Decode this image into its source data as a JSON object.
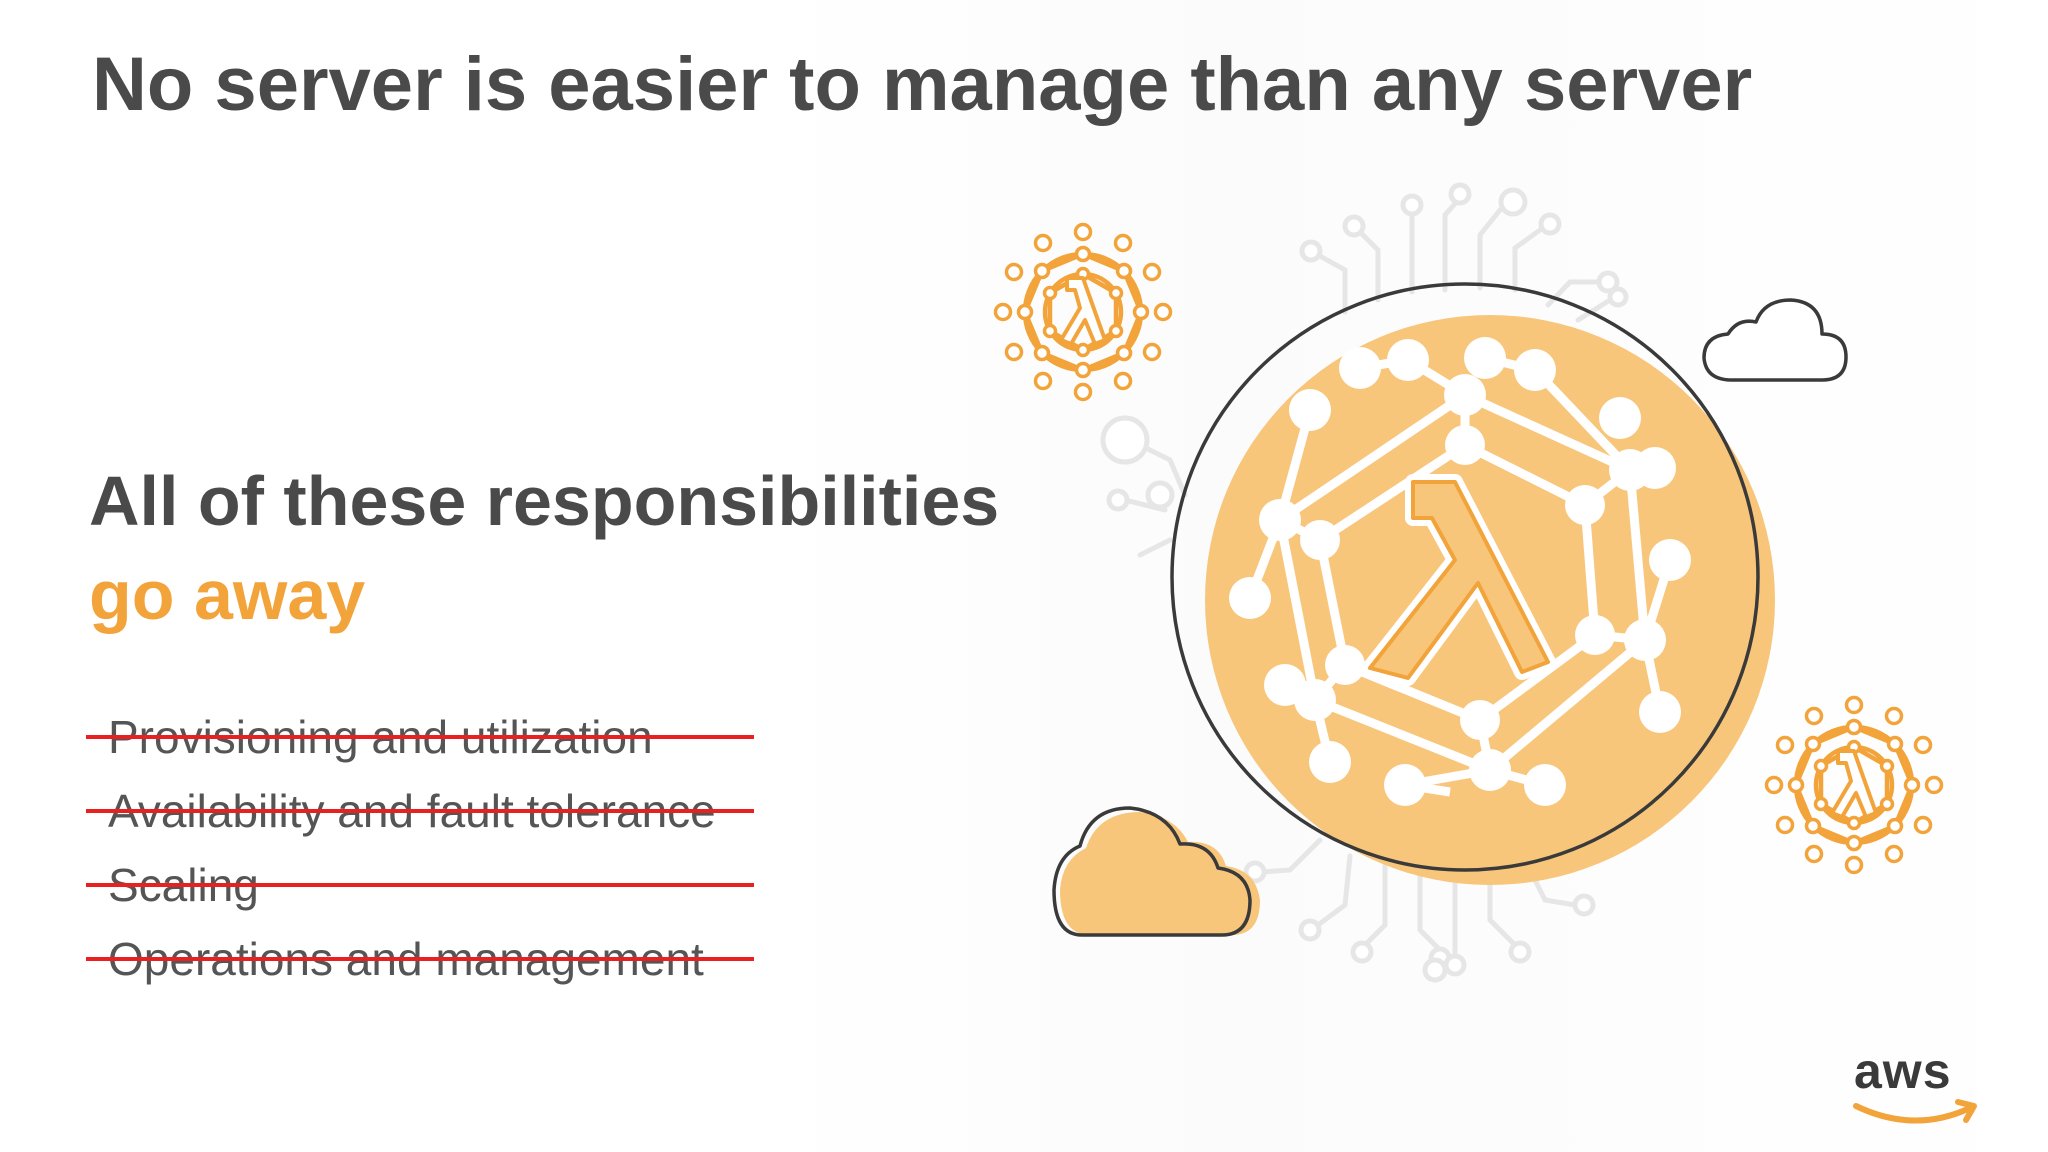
{
  "slide": {
    "title": "No server is easier to manage than any server",
    "subheading": {
      "line1": "All of these responsibilities",
      "line2": "go away"
    },
    "responsibilities": [
      "Provisioning and utilization",
      "Availability and fault tolerance",
      "Scaling",
      "Operations and management"
    ],
    "logo_text": "aws",
    "illustration_symbol": "λ"
  },
  "colors": {
    "title": "#4a4a4a",
    "accent_orange": "#f2a33a",
    "light_orange": "#f8c67a",
    "strike_red": "#e8201f",
    "outline_dark": "#3a3a3a"
  },
  "icons": [
    "lambda-molecule-icon",
    "cloud-icon",
    "circuit-pattern-icon",
    "aws-smile-icon"
  ]
}
